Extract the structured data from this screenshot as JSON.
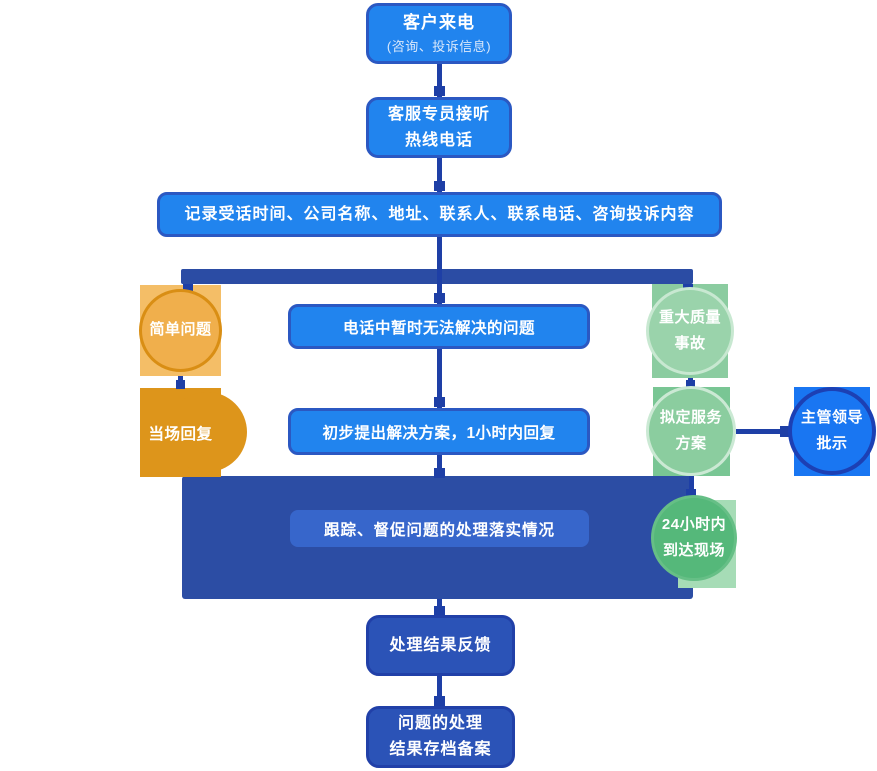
{
  "nodes": {
    "customer_call": {
      "title": "客户来电",
      "subtitle": "(咨询、投诉信息)"
    },
    "answer_hotline": {
      "line1": "客服专员接听",
      "line2": "热线电话"
    },
    "record_info": {
      "label": "记录受话时间、公司名称、地址、联系人、联系电话、咨询投诉内容"
    },
    "simple_problem": {
      "label": "简单问题"
    },
    "onsite_reply": {
      "label": "当场回复"
    },
    "unresolved_on_phone": {
      "label": "电话中暂时无法解决的问题"
    },
    "initial_solution": {
      "label": "初步提出解决方案，1小时内回复"
    },
    "major_accident": {
      "line1": "重大质量",
      "line2": "事故"
    },
    "service_plan": {
      "line1": "拟定服务",
      "line2": "方案"
    },
    "leader_approval": {
      "line1": "主管领导",
      "line2": "批示"
    },
    "track_supervise": {
      "label": "跟踪、督促问题的处理落实情况"
    },
    "arrive_24h": {
      "line1": "24小时内",
      "line2": "到达现场"
    },
    "result_feedback": {
      "label": "处理结果反馈"
    },
    "archive": {
      "line1": "问题的处理",
      "line2": "结果存档备案"
    }
  },
  "colors": {
    "process_box_fill": "#2184EE",
    "process_box_border": "#2B58C2",
    "connector_navy": "#1E3FA6",
    "band_navy": "#2C4DA4",
    "band_inner_blue": "#3766CB",
    "royal_box_fill": "#2B53B7",
    "royal_box_border": "#2140A8",
    "orange_light_square": "#F4BE67",
    "orange_circle_fill": "#F0AF4C",
    "orange_circle_ring": "#D98E14",
    "orange_dark": "#DD951B",
    "green_square_light": "#8BCCA0",
    "green_circle_fill": "#9AD3AB",
    "green_circle_ring": "#C8E8D1",
    "green_plan_square": "#79C694",
    "green_plan_fill": "#8BCD9F",
    "green_24h_fill": "#55B87A",
    "green_24h_square": "#A6DCB6",
    "leader_circle_ring": "#1C40B4",
    "leader_fill": "#1976F2",
    "text_white": "#FFFFFF",
    "subtitle_blue_white": "#D9E8FB"
  }
}
